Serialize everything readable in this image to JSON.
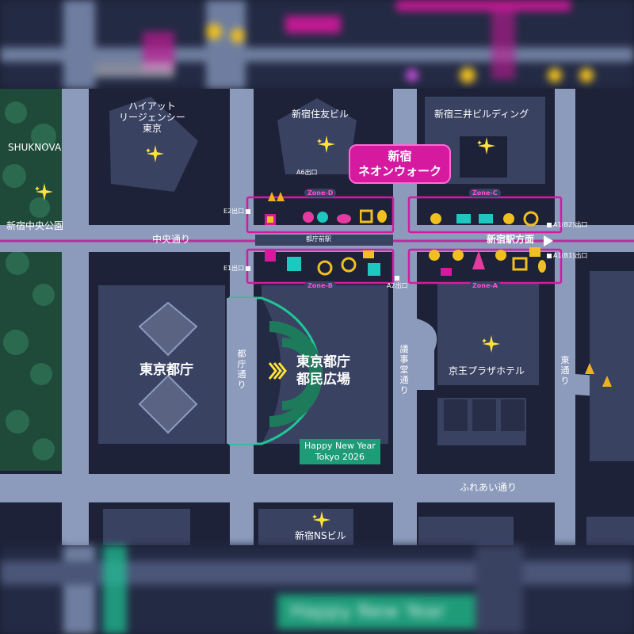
{
  "colors": {
    "background": "#1a1f33",
    "road": "#8c9bbc",
    "building": "#3a4262",
    "building_dark": "#282e47",
    "park": "#1f4a3a",
    "zone_border": "#d61aa0",
    "plaza_outline": "#1ec796",
    "sparkle": "#ffe23a"
  },
  "icons": [
    "sparkle-icon",
    "tree-icon",
    "exit-marker-icon",
    "arrow-right-icon",
    "illumination-icon"
  ],
  "labels": {
    "hyatt": [
      "ハイアット",
      "リージェンシー",
      "東京"
    ],
    "shuknova": "SHUKNOVA",
    "central_park": "新宿中央公園",
    "chuo_dori": "中央通り",
    "sumitomo": "新宿住友ビル",
    "mitsui": "新宿三井ビルディング",
    "neon_walk": [
      "新宿",
      "ネオンウォーク"
    ],
    "tochomae_station": "都庁前駅",
    "to_shinjuku_station": "新宿駅方面",
    "metropolitan_govt": "東京都庁",
    "plaza": [
      "東京都庁",
      "都民広場"
    ],
    "tocho_dori": "都庁通り",
    "gijido_dori": "議事堂通り",
    "keio_plaza": "京王プラザホテル",
    "higashi_dori": "東通り",
    "fureai_dori": "ふれあい通り",
    "ns_building": "新宿NSビル",
    "happy_new_year": [
      "Happy New Year",
      "Tokyo 2026"
    ]
  },
  "exits": {
    "a6": "A6出口",
    "e2": "E2出口",
    "e1": "E1出口",
    "a2": "A2出口",
    "a1b2": "A1(B2)出口",
    "a1b1": "A1(B1)出口"
  },
  "zones": {
    "a": "Zone-A",
    "b": "Zone-B",
    "c": "Zone-C",
    "d": "Zone-D"
  },
  "background_blurred": {
    "bottom_sign": "Happy New Year"
  }
}
